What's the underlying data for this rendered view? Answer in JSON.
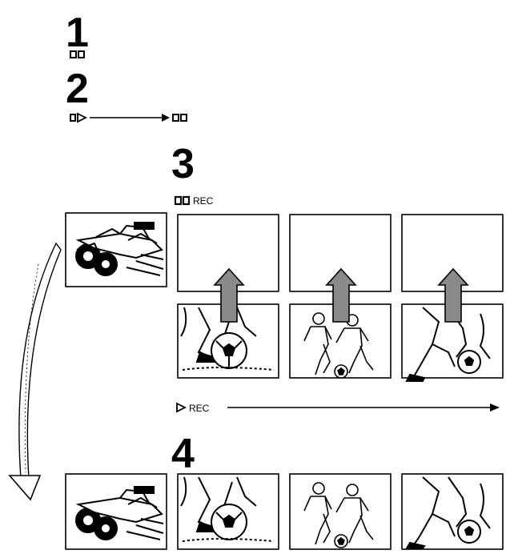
{
  "steps": [
    {
      "number": "1",
      "mode_icon": "pause-icon"
    },
    {
      "number": "2",
      "mode_icon_from": "slow-play-icon",
      "mode_icon_to": "pause-icon"
    },
    {
      "number": "3",
      "label": "REC",
      "mode_icon": "pause-icon"
    },
    {
      "number": "4"
    }
  ],
  "record_row": {
    "label": "REC",
    "mode_icon": "play-icon"
  },
  "frames": {
    "top": [
      "race-car-scene",
      "blank",
      "blank",
      "blank"
    ],
    "middle": [
      "soccer-closeup",
      "soccer-two-players",
      "soccer-player-ball"
    ],
    "bottom": [
      "race-car-scene",
      "soccer-closeup",
      "soccer-two-players",
      "soccer-player-ball"
    ]
  },
  "colors": {
    "ink": "#000000",
    "paper": "#ffffff",
    "arrow_fill": "#8a8a8a"
  }
}
